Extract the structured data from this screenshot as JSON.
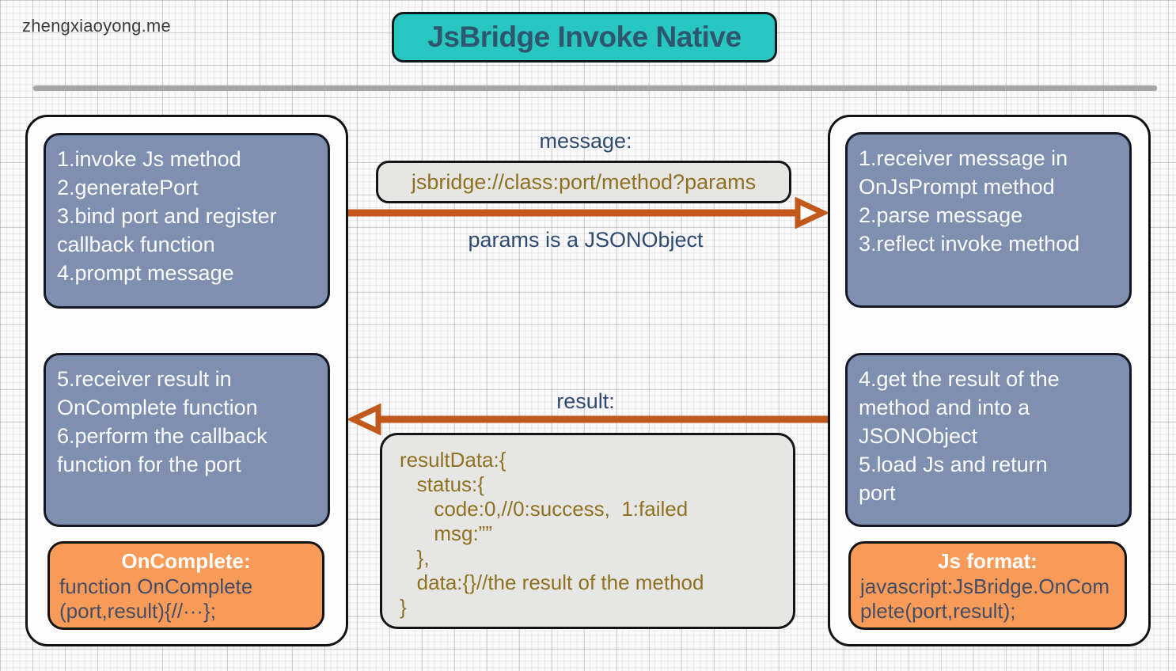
{
  "meta": {
    "watermark": "zhengxiaoyong.me",
    "title": "JsBridge Invoke Native"
  },
  "left_panel": {
    "steps_top": "1.invoke Js method\n2.generatePort\n3.bind port and register\ncallback function\n4.prompt message",
    "steps_bottom": "5.receiver result in\nOnComplete function\n6.perform the callback\nfunction for the port",
    "callback": {
      "title": "OnComplete:",
      "code": "function OnComplete\n(port,result){//···};"
    }
  },
  "right_panel": {
    "steps_top": "1.receiver message in\nOnJsPrompt method\n2.parse message\n3.reflect invoke method",
    "steps_bottom": "4.get the result of the\nmethod and into a\nJSONObject\n5.load Js and return\nport",
    "js_format": {
      "title": "Js format:",
      "code": "javascript:JsBridge.OnComplete(port,result);"
    }
  },
  "flow": {
    "message_label": "message:",
    "message_uri": "jsbridge://class:port/method?params",
    "params_note": "params is a JSONObject",
    "result_label": "result:",
    "result_code": "resultData:{\n   status:{\n      code:0,//0:success,  1:failed\n      msg:””\n   },\n   data:{}//the result of the method\n}"
  },
  "colors": {
    "title_bg": "#28C6C0",
    "step_box_bg": "#7E8FB0",
    "highlight_box_bg": "#F89B58",
    "code_box_bg": "#E6E6E4",
    "arrow": "#C2591C",
    "code_text": "#8F7120",
    "label_text": "#2E4A73",
    "panel_bg": "#FDFDFD"
  }
}
